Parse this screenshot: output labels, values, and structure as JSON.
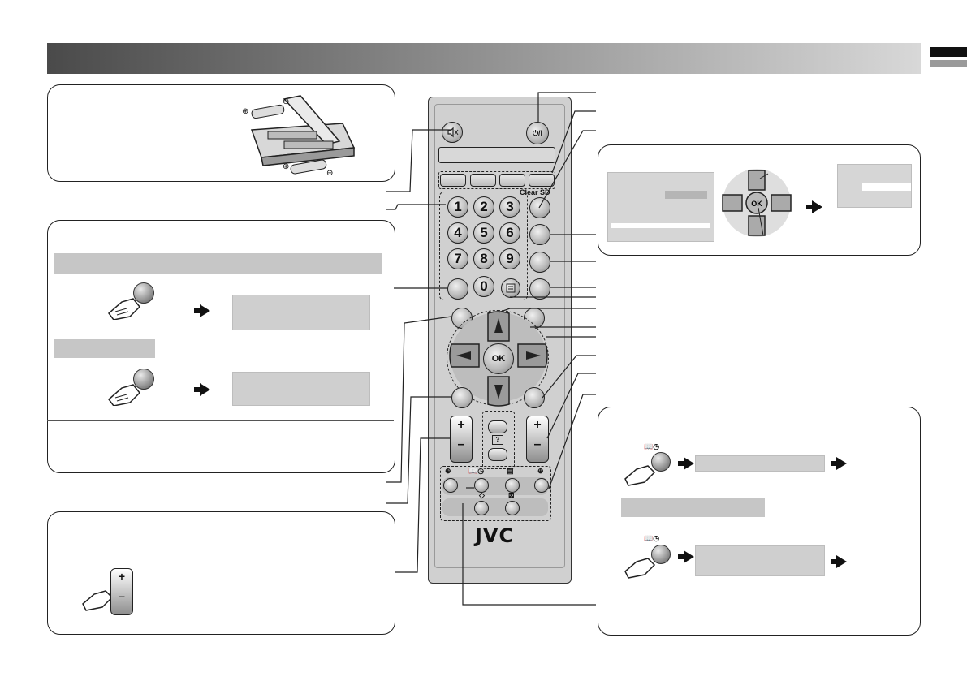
{
  "remote": {
    "power_label": "⏻/I",
    "clear_sd_label": "Clear SD",
    "ok_label": "OK",
    "brand": "JVC",
    "help_label": "?",
    "vol_plus": "+",
    "vol_minus": "–",
    "prog_plus": "+",
    "prog_minus": "–",
    "numbers": [
      "1",
      "2",
      "3",
      "4",
      "5",
      "6",
      "7",
      "8",
      "9",
      "0"
    ]
  },
  "nav_figure": {
    "ok_label": "OK"
  },
  "volume_figure": {
    "plus": "+",
    "minus": "–"
  },
  "icons": [
    "mute-icon",
    "power-icon",
    "book-icon",
    "clock-icon",
    "text-icon",
    "hand-icon",
    "arrow-right-icon",
    "battery-icon"
  ]
}
